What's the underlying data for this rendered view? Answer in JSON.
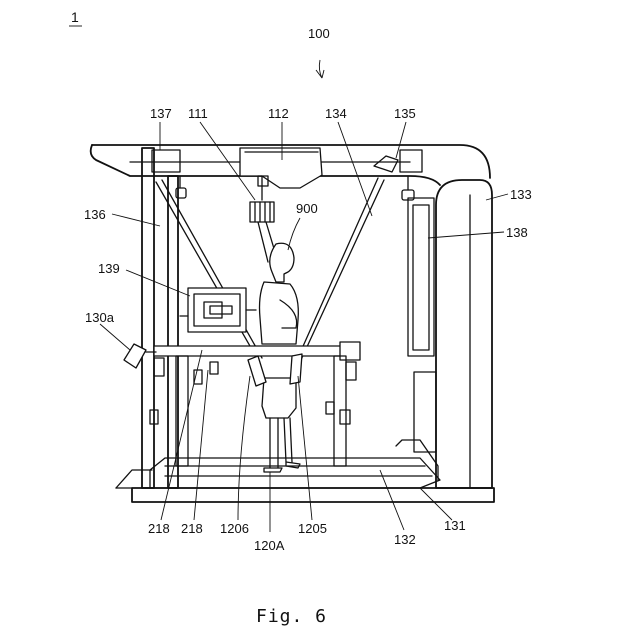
{
  "sheet_label": "1",
  "caption": "Fig. 6",
  "labels": {
    "l100": "100",
    "l111": "111",
    "l112": "112",
    "l134": "134",
    "l135": "135",
    "l137": "137",
    "l133": "133",
    "l136": "136",
    "l900": "900",
    "l138": "138",
    "l139": "139",
    "l130a": "130a",
    "l218a": "218",
    "l218b": "218",
    "l1206": "1206",
    "l1205": "1205",
    "l120A": "120A",
    "l132": "132",
    "l131": "131"
  }
}
